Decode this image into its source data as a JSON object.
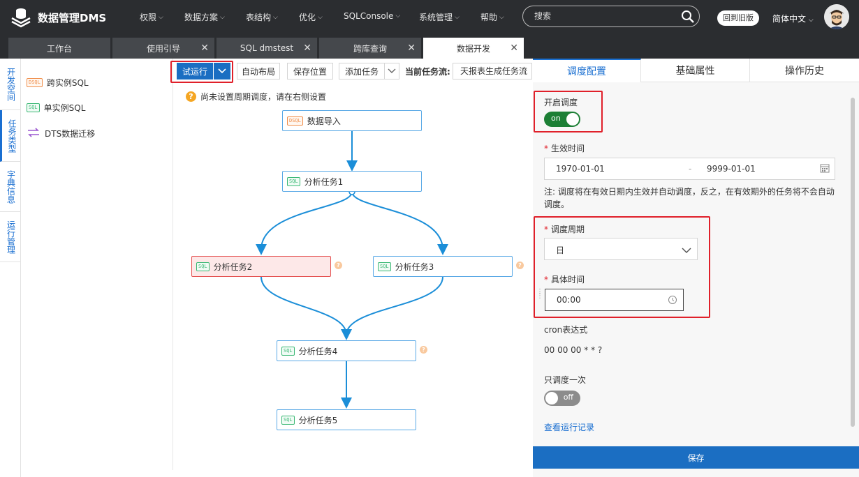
{
  "app": {
    "title": "数据管理DMS",
    "nav": [
      "权限",
      "数据方案",
      "表结构",
      "优化",
      "SQLConsole",
      "系统管理",
      "帮助"
    ],
    "search_placeholder": "搜索",
    "old_version_label": "回到旧版",
    "language": "简体中文"
  },
  "tabs": [
    {
      "label": "工作台",
      "closable": false
    },
    {
      "label": "使用引导",
      "closable": true
    },
    {
      "label": "SQL dmstest",
      "closable": true
    },
    {
      "label": "跨库查询",
      "closable": true
    },
    {
      "label": "数据开发",
      "closable": true,
      "active": true
    }
  ],
  "left_tabs": [
    "开发空间",
    "任务类型",
    "字典信息",
    "运行管理"
  ],
  "task_types": [
    {
      "tag": "DSQL",
      "label": "跨实例SQL"
    },
    {
      "tag": "SQL",
      "label": "单实例SQL"
    },
    {
      "tag": "",
      "label": "DTS数据迁移"
    }
  ],
  "toolbar": {
    "run_label": "试运行",
    "auto_layout_label": "自动布局",
    "save_position_label": "保存位置",
    "add_task_label": "添加任务",
    "current_flow_label": "当前任务流:",
    "current_flow_value": "天报表生成任务流"
  },
  "canvas": {
    "tip": "尚未设置周期调度，请在右侧设置",
    "nodes": [
      {
        "tag": "DSQL",
        "label": "数据导入"
      },
      {
        "tag": "SQL",
        "label": "分析任务1"
      },
      {
        "tag": "SQL",
        "label": "分析任务2"
      },
      {
        "tag": "SQL",
        "label": "分析任务3"
      },
      {
        "tag": "SQL",
        "label": "分析任务4"
      },
      {
        "tag": "SQL",
        "label": "分析任务5"
      }
    ]
  },
  "right_panel": {
    "tabs": [
      "调度配置",
      "基础属性",
      "操作历史"
    ],
    "enable_label": "开启调度",
    "enable_state": "on",
    "effective_label": "生效时间",
    "start_date": "1970-01-01",
    "range_sep": "-",
    "end_date": "9999-01-01",
    "note": "注: 调度将在有效日期内生效并自动调度，反之，在有效期外的任务将不会自动调度。",
    "cycle_label": "调度周期",
    "cycle_value": "日",
    "time_label": "具体时间",
    "time_value": "00:00",
    "cron_label": "cron表达式",
    "cron_value": "00 00 00 * * ?",
    "once_label": "只调度一次",
    "once_state": "off",
    "history_link": "查看运行记录",
    "save_label": "保存"
  }
}
